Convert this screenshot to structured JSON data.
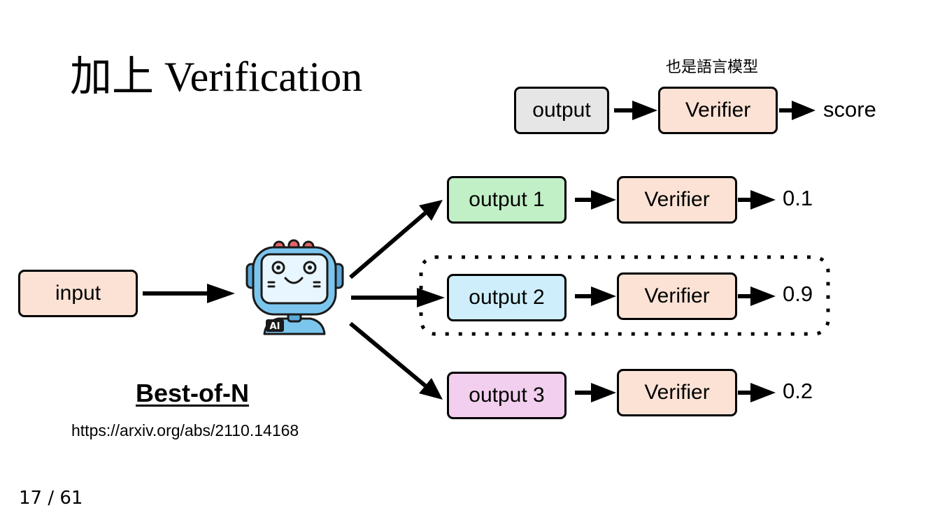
{
  "slide": {
    "title": "加上 Verification",
    "note": "也是語言模型",
    "page": "17 / 61"
  },
  "legend": {
    "output": "output",
    "verifier": "Verifier",
    "score": "score"
  },
  "input": {
    "label": "input"
  },
  "robot": {
    "badge": "AI"
  },
  "branches": [
    {
      "output": "output 1",
      "verifier": "Verifier",
      "score": "0.1"
    },
    {
      "output": "output 2",
      "verifier": "Verifier",
      "score": "0.9"
    },
    {
      "output": "output 3",
      "verifier": "Verifier",
      "score": "0.2"
    }
  ],
  "method": {
    "name": "Best-of-N",
    "link": "https://arxiv.org/abs/2110.14168"
  },
  "colors": {
    "peach": "#fbe2d5",
    "gray": "#e6e6e6",
    "green": "#c1f0c7",
    "blue": "#cdeefa",
    "purple": "#f2cfee",
    "robot": "#7cc6ee"
  }
}
